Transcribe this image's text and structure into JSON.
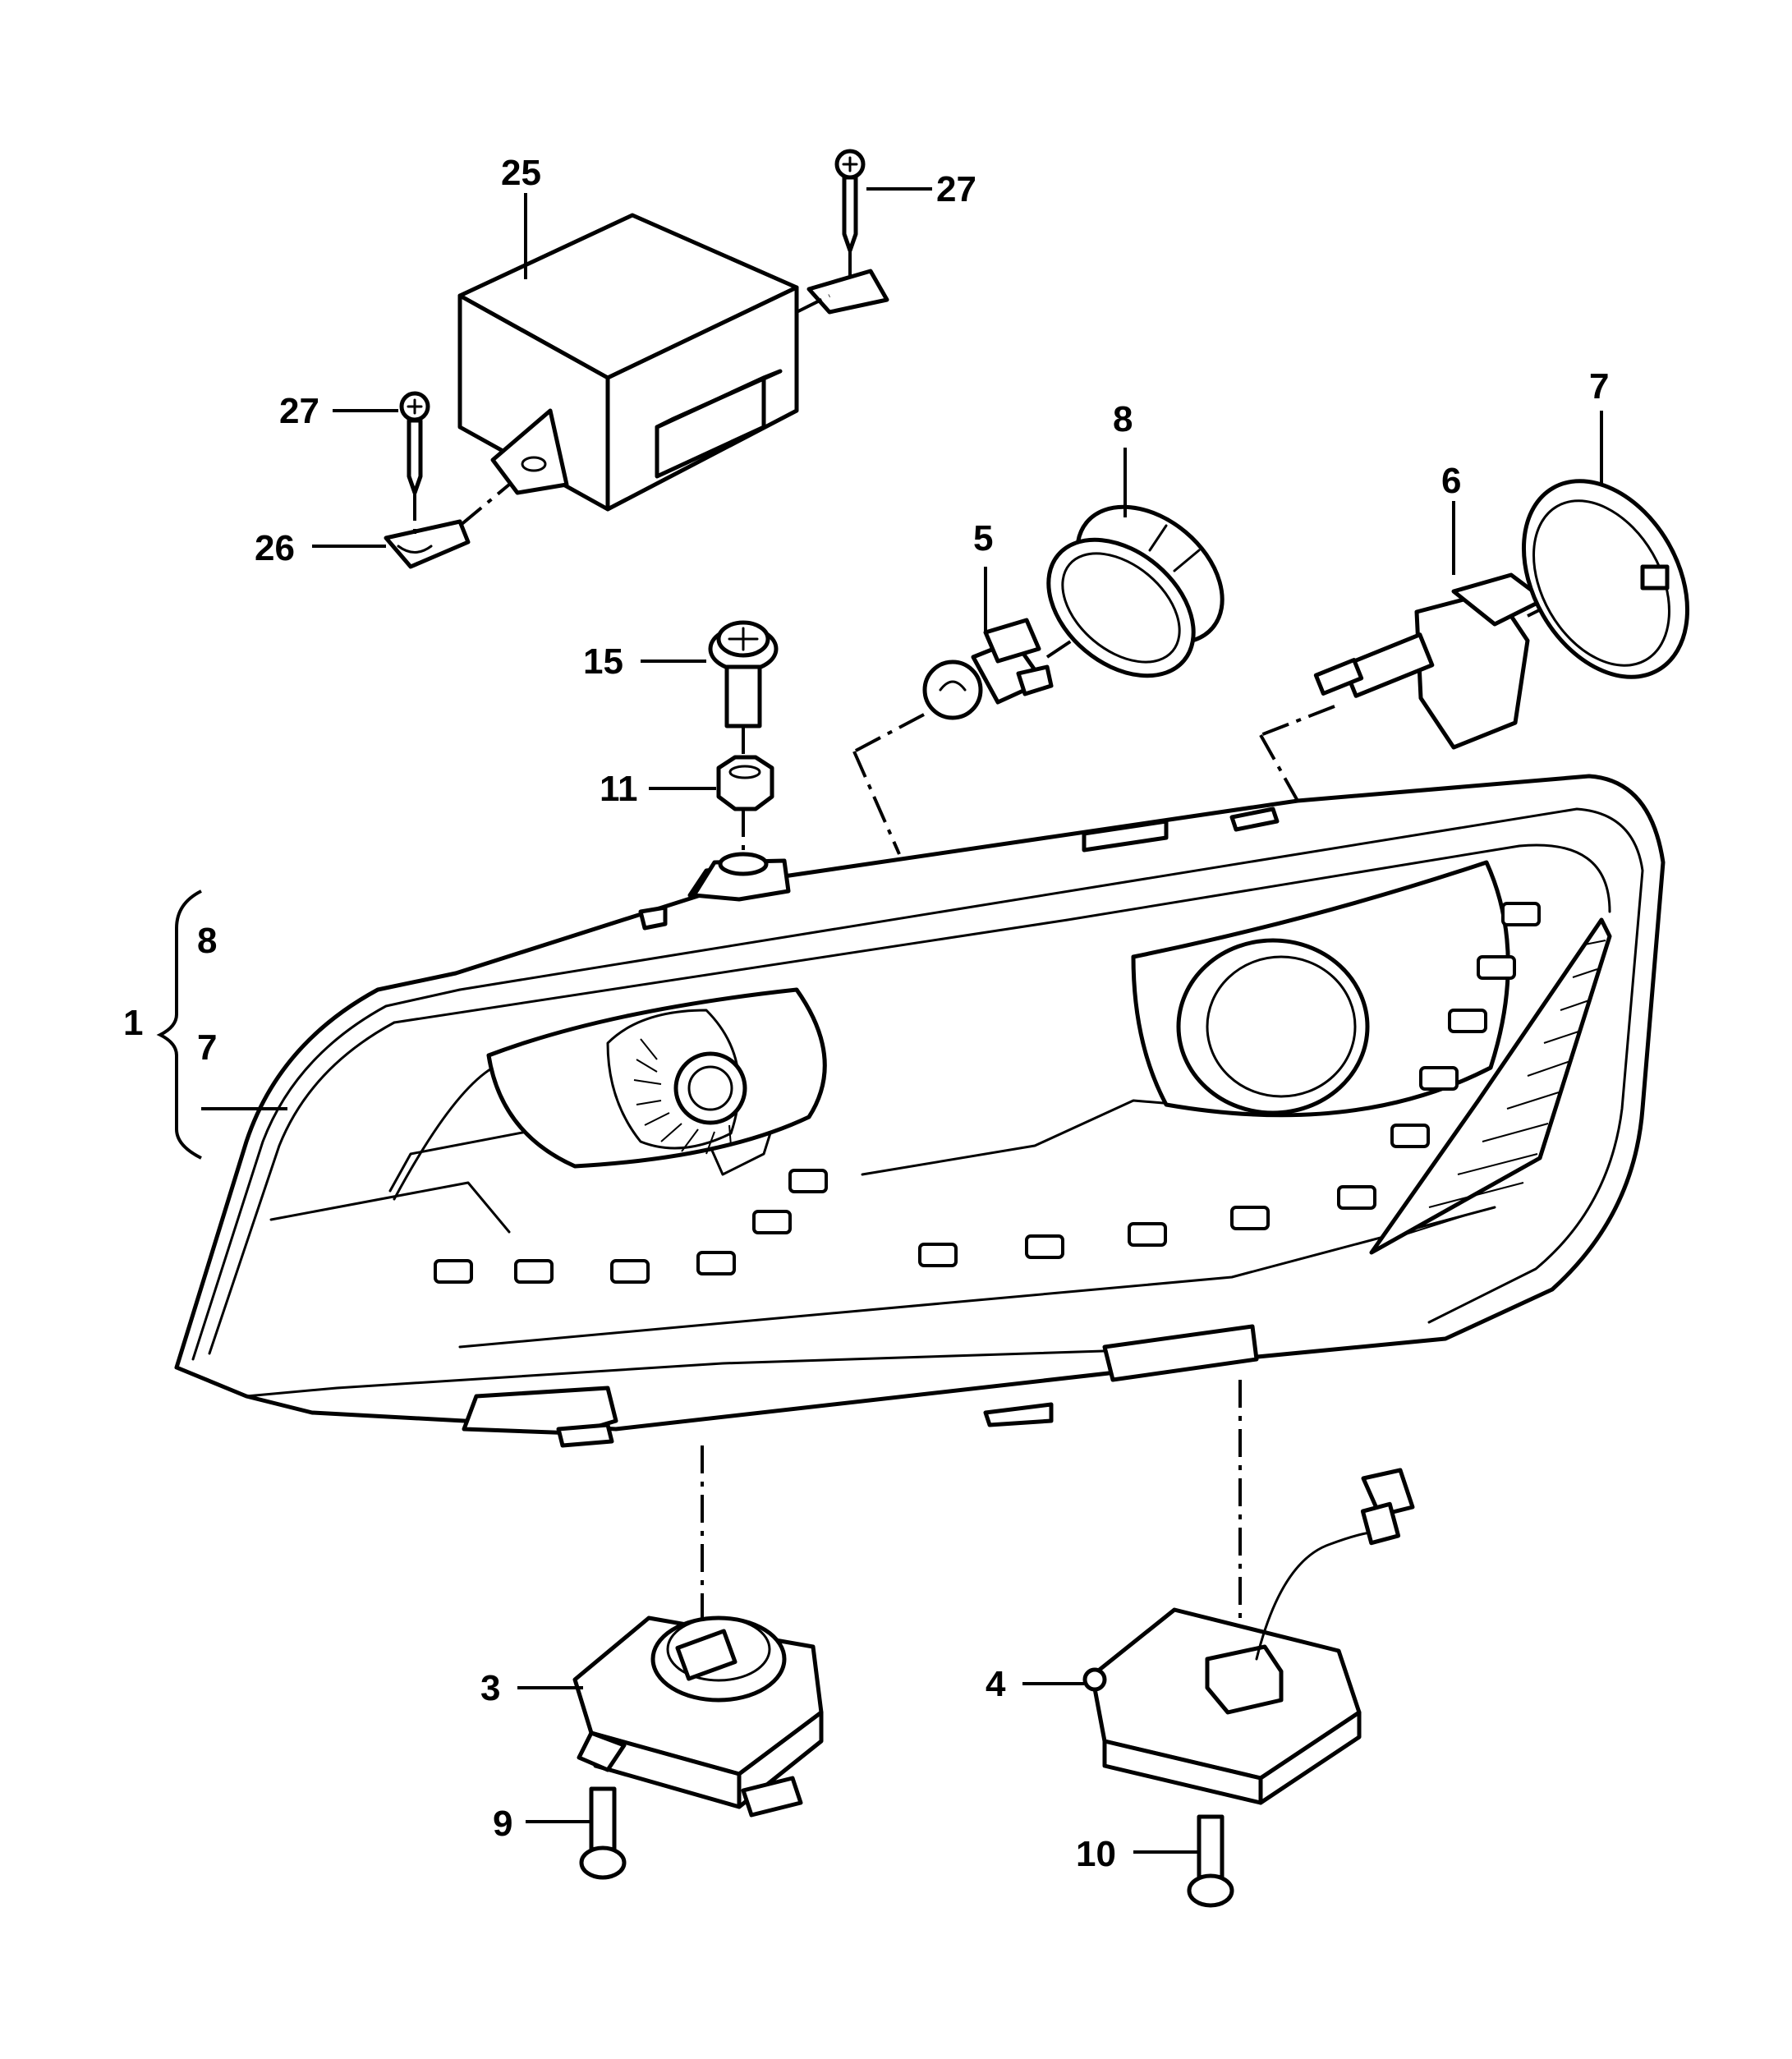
{
  "callouts": {
    "c1": "1",
    "c3": "3",
    "c4": "4",
    "c5": "5",
    "c6": "6",
    "c7_top": "7",
    "c7_group": "7",
    "c8_top": "8",
    "c8_group": "8",
    "c9": "9",
    "c10": "10",
    "c11": "11",
    "c15": "15",
    "c25": "25",
    "c26": "26",
    "c27_right": "27",
    "c27_left": "27"
  },
  "colors": {
    "line": "#000000",
    "background": "#ffffff"
  }
}
